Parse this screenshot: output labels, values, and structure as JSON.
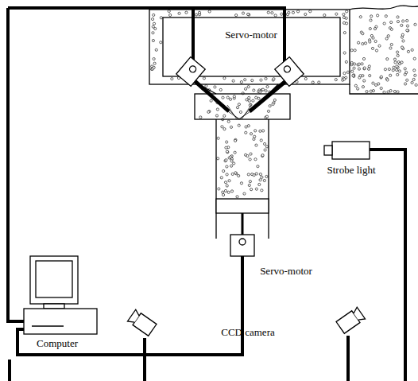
{
  "diagram": {
    "labels": [
      "Servo-motor",
      "Strobe light",
      "Computer",
      "Servo-motor",
      "CCD camera"
    ]
  }
}
